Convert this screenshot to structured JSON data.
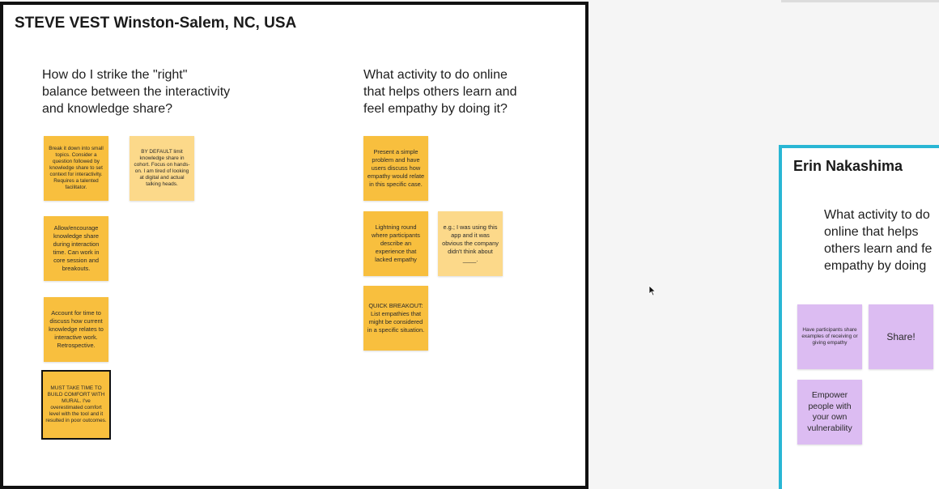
{
  "boards": {
    "steve": {
      "title": "STEVE VEST Winston-Salem, NC, USA",
      "q1": "How do I strike the \"right\"\nbalance between the interactivity\nand knowledge share?",
      "q2": "What activity to do online\nthat helps others learn and\nfeel empathy by doing it?",
      "notes": [
        "Break it down into small topics. Consider a question followed by knowledge share to set context for interactivity. Requires a talented facilitator.",
        "BY DEFAULT limit knowledge share in cohort. Focus on hands-on. I am tired of looking at digital and actual talking heads.",
        "Allow/encourage knowledge share during interaction time. Can work in core session and breakouts.",
        "Account for time to discuss how current knowledge relates to interactive work. Retrospective.",
        "MUST TAKE TIME TO BUILD COMFORT WITH MURAL. I've overestimated comfort level with the tool and it resulted in poor outcomes.",
        "Present a simple problem and have users discuss how empathy would relate in this specific case.",
        "Lightning round where participants describe an experience that lacked empathy",
        "e.g.; I was using this app and it was obvious the company didn't think about ____.",
        "QUICK BREAKOUT: List empathies that might be considered in a specific situation."
      ]
    },
    "erin": {
      "title": "Erin Nakashima",
      "q1": "What activity to do\nonline that helps\nothers learn and fe\nempathy by doing",
      "notes": [
        "Have participants share examples of receiving or giving empathy",
        "Share!",
        "Empower people with your own vulnerability"
      ]
    }
  },
  "colors": {
    "note_yellow": "#f8bf3e",
    "note_light_yellow": "#fcd98a",
    "note_purple": "#dcbcf2",
    "erin_border": "#29b6d4"
  }
}
